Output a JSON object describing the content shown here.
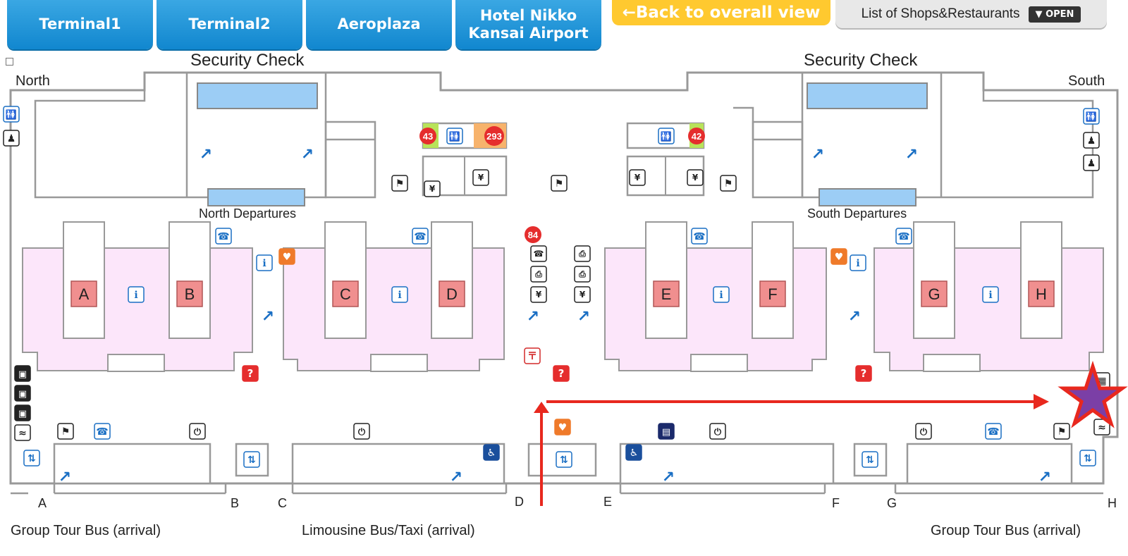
{
  "nav": {
    "tabs": [
      "Terminal1",
      "Terminal2",
      "Aeroplaza",
      "Hotel Nikko\nKansai Airport"
    ],
    "back_label": "←Back to overall view",
    "shops_label": "List of Shops&Restaurants",
    "open_label": "▼ OPEN"
  },
  "map": {
    "north_label": "North",
    "south_label": "South",
    "security_check_label": "Security Check",
    "north_departures_label": "North Departures",
    "south_departures_label": "South Departures",
    "gates": [
      "A",
      "B",
      "C",
      "D",
      "E",
      "F",
      "G",
      "H"
    ],
    "bottom_letters": [
      "A",
      "B",
      "C",
      "D",
      "E",
      "F",
      "G",
      "H"
    ],
    "bottom_labels": {
      "left": "Group Tour Bus (arrival)",
      "center": "Limousine Bus/Taxi (arrival)",
      "right": "Group Tour Bus (arrival)"
    },
    "shop_numbers": [
      "43",
      "293",
      "42",
      "84"
    ],
    "icons": [
      "restroom-icon",
      "baby-care-icon",
      "escalator-icon",
      "elevator-icon",
      "phone-icon",
      "information-icon",
      "aed-icon",
      "currency-exchange-icon",
      "fax-icon",
      "atm-icon",
      "post-icon",
      "help-icon",
      "smoking-icon",
      "locker-icon",
      "luggage-icon",
      "meeting-point-icon",
      "accessible-icon",
      "internet-icon",
      "outlet-icon"
    ],
    "colors": {
      "gate_area": "#fce6fa",
      "gate_box": "#f08f8f",
      "security_bar": "#9ccdf5",
      "route_arrow": "#e8281e",
      "location_star": "#7b3fa6",
      "tab_blue": "#1a8fd6",
      "back_yellow": "#ffc92f"
    }
  }
}
